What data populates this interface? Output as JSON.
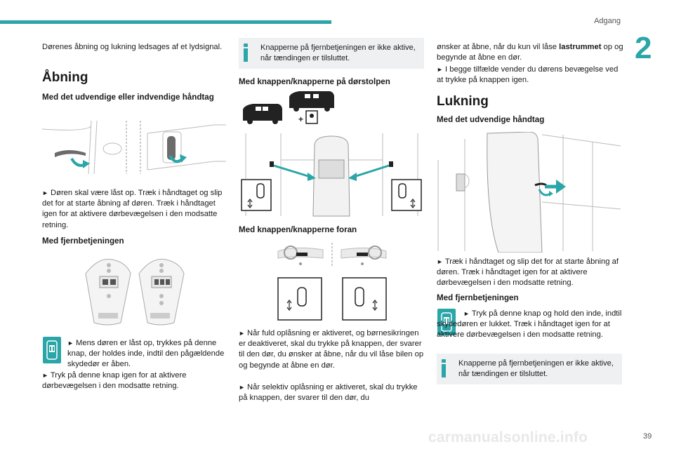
{
  "header": {
    "section": "Adgang",
    "chapter": "2",
    "page": "39"
  },
  "col1": {
    "intro": "Dørenes åbning og lukning ledsages af et lydsignal.",
    "heading_open": "Åbning",
    "sub_handle": "Med det udvendige eller indvendige håndtag",
    "handle_text": "Døren skal være låst op. Træk i håndtaget og slip det for at starte åbning af døren. Træk i håndtaget igen for at aktivere dørbevægelsen i den modsatte retning.",
    "sub_remote": "Med fjernbetjeningen",
    "remote_text_1": "Mens døren er låst op, trykkes på denne knap, der holdes inde, indtil den pågældende skydedør er åben.",
    "remote_text_2": "Tryk på denne knap igen for at aktivere dørbevægelsen i den modsatte retning."
  },
  "col2": {
    "info": "Knapperne på fjernbetjeningen er ikke aktive, når tændingen er tilsluttet.",
    "sub_pillar": "Med knappen/knapperne på dørstolpen",
    "sub_front": "Med knappen/knapperne foran",
    "text_1": "Når fuld oplåsning er aktiveret, og børnesikringen er deaktiveret, skal du trykke på knappen, der svarer til den dør, du ønsker at åbne, når du vil låse bilen op og begynde at åbne en dør.",
    "text_2": "Når selektiv oplåsning er aktiveret, skal du trykke på knappen, der svarer til den dør, du"
  },
  "col3": {
    "cont_pre": "ønsker at åbne, når du kun vil låse ",
    "cont_bold": "lastrummet",
    "cont_post": " op og begynde at åbne en dør.",
    "both_cases": "I begge tilfælde vender du dørens bevægelse ved at trykke på knappen igen.",
    "heading_close": "Lukning",
    "sub_ext_handle": "Med det udvendige håndtag",
    "ext_text": "Træk i håndtaget og slip det for at starte åbning af døren. Træk i håndtaget igen for at aktivere dørbevægelsen i den modsatte retning.",
    "sub_remote": "Med fjernbetjeningen",
    "remote_text_1": "Tryk på denne knap og hold den inde, indtil skydedøren er lukket. Træk i håndtaget igen for at aktivere dørbevægelsen i den modsatte retning.",
    "info": "Knapperne på fjernbetjeningen er ikke aktive, når tændingen er tilsluttet."
  },
  "footer": {
    "url": "carmanualsonline.info"
  },
  "colors": {
    "accent": "#2aa5a8",
    "info_bg": "#eef0f2"
  },
  "icons": [
    "info-icon",
    "remote-button-icon",
    "sliding-door-button-icon",
    "child-lock-icon"
  ]
}
